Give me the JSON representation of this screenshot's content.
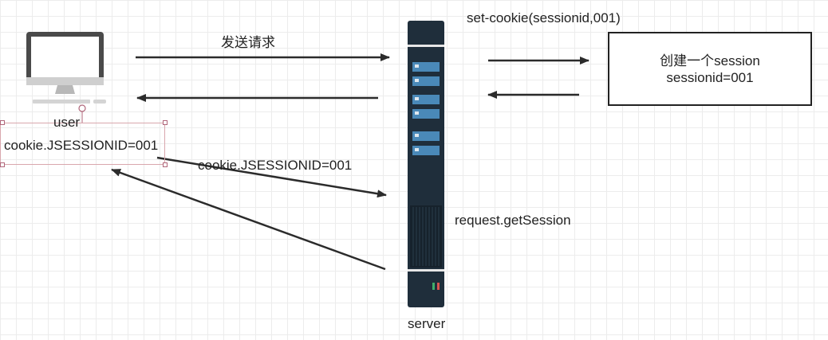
{
  "labels": {
    "send_request": "发送请求",
    "set_cookie": "set-cookie(sessionid,001)",
    "user": "user",
    "cookie_box": "cookie.JSESSIONID=001",
    "cookie_request": "cookie.JSESSIONID=001",
    "get_session": "request.getSession",
    "server": "server"
  },
  "session_box": {
    "line1": "创建一个session",
    "line2": "sessionid=001"
  },
  "colors": {
    "arrow": "#2b2b2b",
    "server_body": "#1f2e3b",
    "server_slot": "#4a89b8",
    "selection": "#d9a7ad"
  }
}
